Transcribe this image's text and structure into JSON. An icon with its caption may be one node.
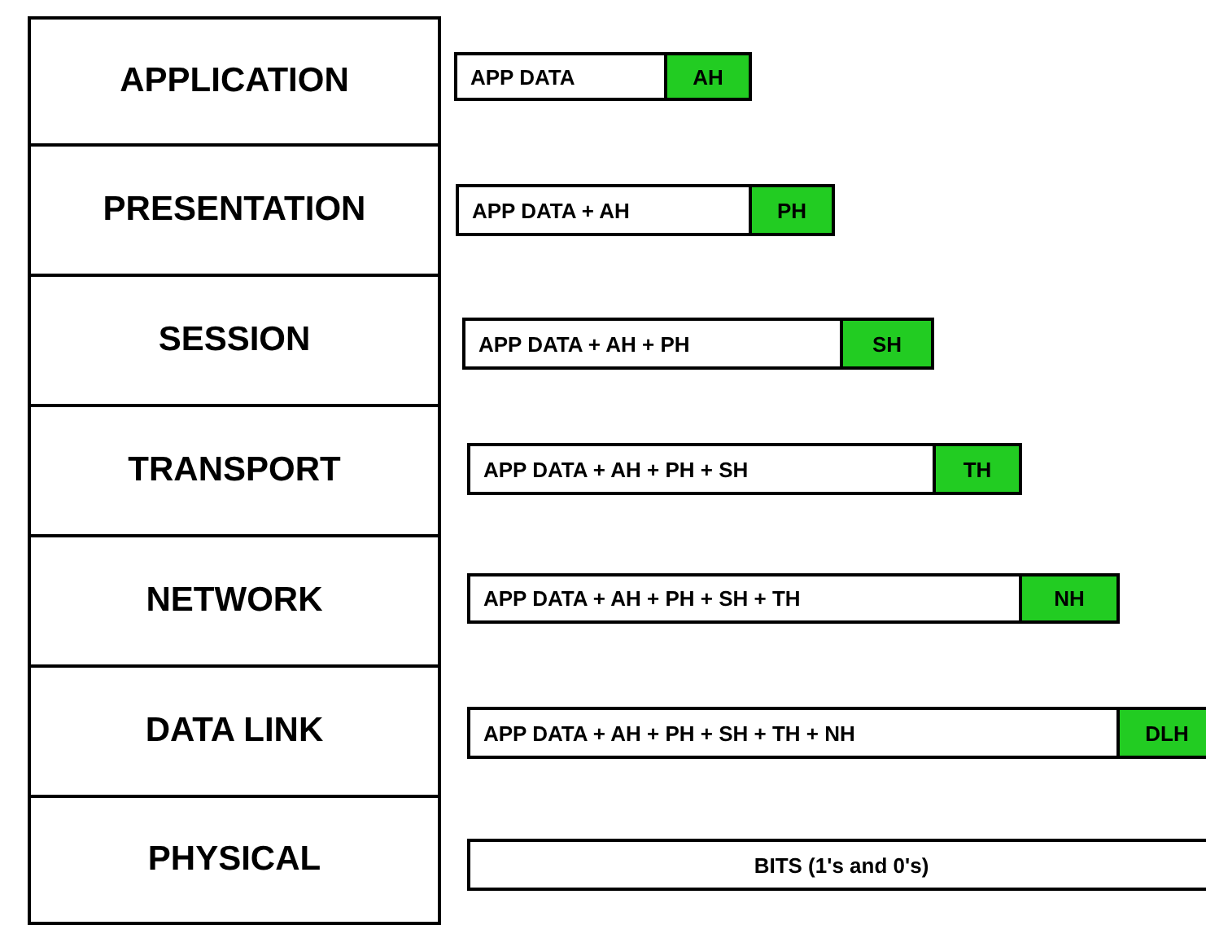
{
  "diagram": {
    "nodes": [
      {
        "text": [
          "APPLICATION"
        ]
      },
      {
        "text": [
          "APP DATA"
        ]
      },
      {
        "text": [
          "AH"
        ]
      },
      {
        "text": [
          "PRESENTATION"
        ]
      },
      {
        "text": [
          "APP DATA + AH"
        ]
      },
      {
        "text": [
          "PH"
        ]
      },
      {
        "text": [
          "SESSION"
        ]
      },
      {
        "text": [
          "APP DATA + AH + PH"
        ]
      },
      {
        "text": [
          "SH"
        ]
      },
      {
        "text": [
          "TRANSPORT"
        ]
      },
      {
        "text": [
          "APP DATA + AH + PH + SH"
        ]
      },
      {
        "text": [
          "TH"
        ]
      },
      {
        "text": [
          "NETWORK"
        ]
      },
      {
        "text": [
          "APP DATA + AH + PH + SH + TH"
        ]
      },
      {
        "text": [
          "NH"
        ]
      },
      {
        "text": [
          "DATA LINK"
        ]
      },
      {
        "text": [
          "APP DATA + AH + PH + SH + TH + NH"
        ]
      },
      {
        "text": [
          "DLH"
        ]
      },
      {
        "text": [
          "PHYSICAL"
        ]
      },
      {
        "text": [
          "BITS (1's and 0's)"
        ]
      }
    ]
  }
}
